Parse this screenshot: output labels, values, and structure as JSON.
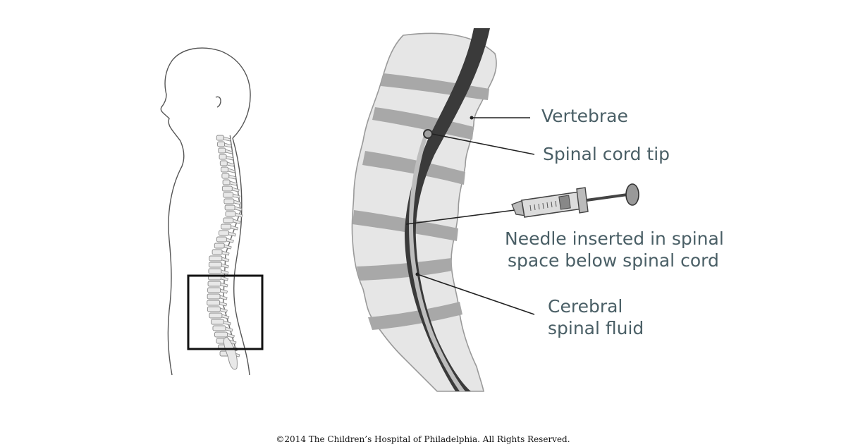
{
  "labels": {
    "vertebrae": "Vertebrae",
    "spinal_cord_tip": "Spinal cord tip",
    "needle_line1": "Needle inserted in spinal",
    "needle_line2": "space below spinal cord",
    "csf_line1": "Cerebral",
    "csf_line2": "spinal fluid"
  },
  "copyright": "©2014 The Children’s Hospital of Philadelphia. All Rights Reserved.",
  "colors": {
    "label_text": "#4a5f66",
    "vertebra_fill": "#e6e6e6",
    "disc_fill": "#a8a8a8",
    "spinal_canal": "#3a3a3a",
    "outline": "#555555"
  }
}
